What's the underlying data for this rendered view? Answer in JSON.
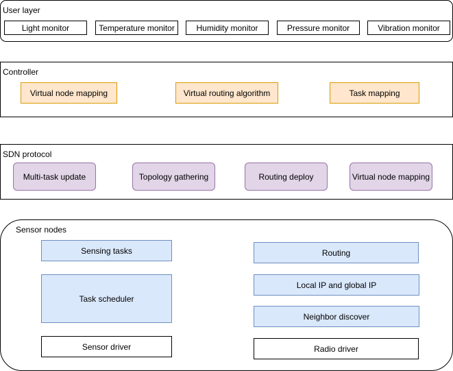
{
  "user_layer": {
    "title": "User layer",
    "monitors": [
      "Light monitor",
      "Temperature monitor",
      "Humidity monitor",
      "Pressure monitor",
      "Vibration monitor"
    ]
  },
  "controller": {
    "title": "Controller",
    "items": [
      "Virtual node mapping",
      "Virtual routing algorithm",
      "Task mapping"
    ]
  },
  "sdn_protocol": {
    "title": "SDN protocol",
    "items": [
      "Multi-task update",
      "Topology gathering",
      "Routing deploy",
      "Virtual node mapping"
    ]
  },
  "sensor_nodes": {
    "title": "Sensor nodes",
    "left": [
      "Sensing tasks",
      "Task scheduler",
      "Sensor driver"
    ],
    "right": [
      "Routing",
      "Local IP and global IP",
      "Neighbor discover",
      "Radio driver"
    ]
  },
  "colors": {
    "controller_fill": "#ffe6cc",
    "controller_stroke": "#d79b00",
    "sdn_fill": "#e1d5e7",
    "sdn_stroke": "#9673a6",
    "sensor_fill": "#dae8fc",
    "sensor_stroke": "#6c8ebf"
  }
}
